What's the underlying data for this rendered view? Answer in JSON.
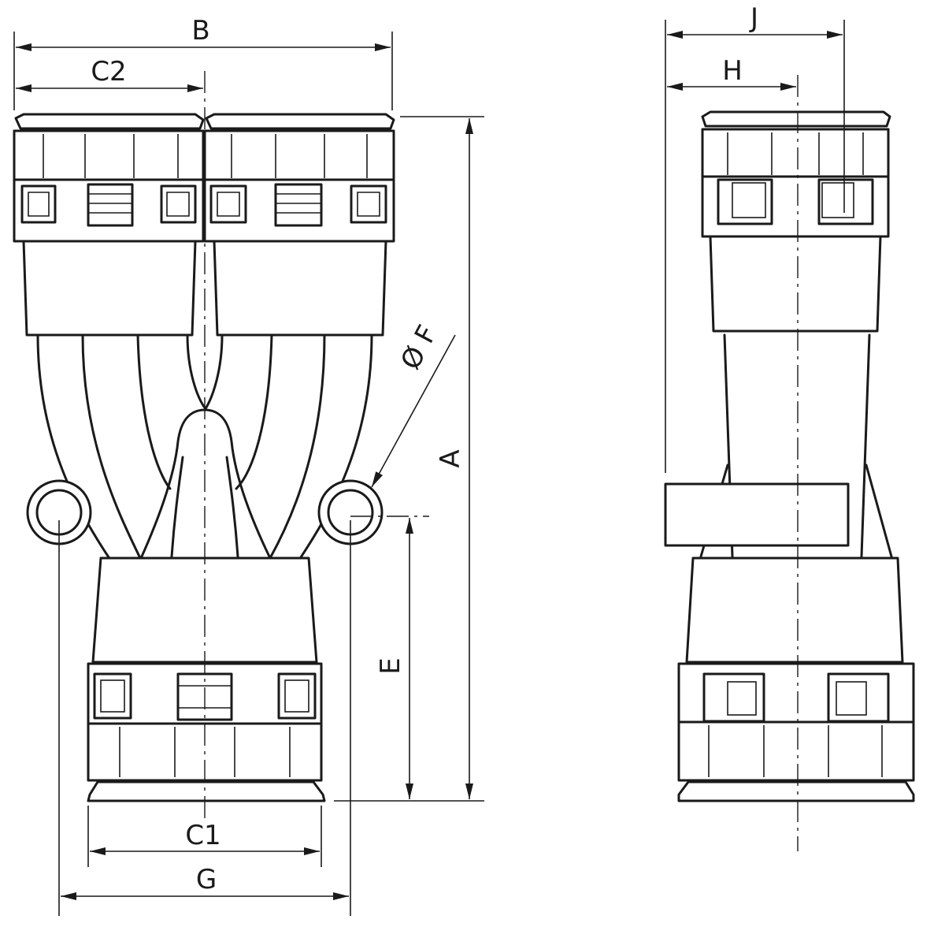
{
  "dimensions": {
    "A": "A",
    "B": "B",
    "C1": "C1",
    "C2": "C2",
    "E": "E",
    "F": "Ø F",
    "G": "G",
    "H": "H",
    "J": "J"
  },
  "colors": {
    "line": "#1a1a1a",
    "background": "#ffffff"
  }
}
